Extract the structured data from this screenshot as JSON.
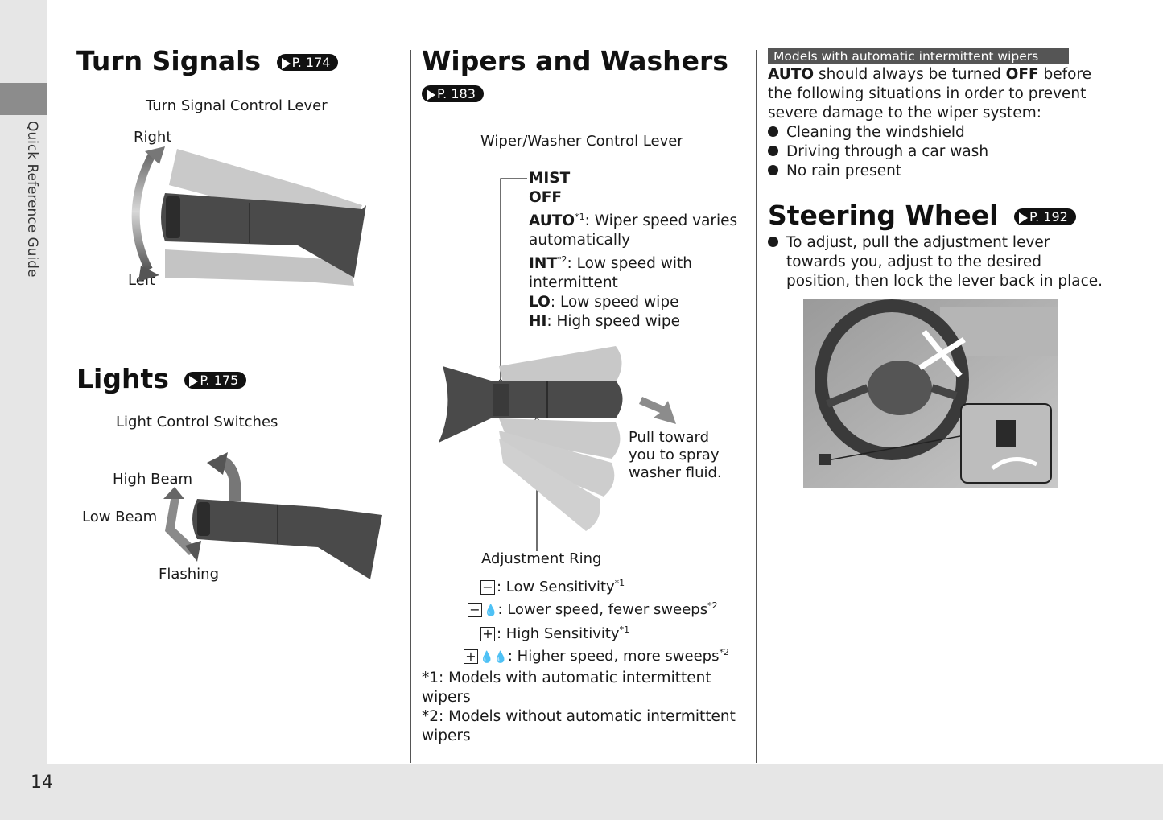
{
  "sidebar": {
    "label": "Quick Reference Guide"
  },
  "page_number": "14",
  "turn_signals": {
    "title": "Turn Signals",
    "page_ref": "P. 174",
    "caption": "Turn Signal Control Lever",
    "right_label": "Right",
    "left_label": "Left"
  },
  "lights": {
    "title": "Lights",
    "page_ref": "P. 175",
    "caption": "Light Control Switches",
    "high_beam": "High Beam",
    "low_beam": "Low Beam",
    "flashing": "Flashing"
  },
  "wipers": {
    "title": "Wipers and Washers",
    "page_ref": "P. 183",
    "caption": "Wiper/Washer Control Lever",
    "positions": {
      "mist": "MIST",
      "off": "OFF",
      "auto_key": "AUTO",
      "auto_note": "*1",
      "auto_text": ": Wiper speed varies",
      "auto_text2": "automatically",
      "int_key": "INT",
      "int_note": "*2",
      "int_text": ": Low speed with",
      "int_text2": "intermittent",
      "lo_key": "LO",
      "lo_text": ": Low speed wipe",
      "hi_key": "HI",
      "hi_text": ": High speed wipe"
    },
    "pull": [
      "Pull toward",
      "you to spray",
      "washer fluid."
    ],
    "adjustment_ring": "Adjustment Ring",
    "sensitivity": [
      {
        "text": ": Low Sensitivity",
        "note": "*1"
      },
      {
        "text": ": Lower speed, fewer sweeps",
        "note": "*2"
      },
      {
        "text": ": High Sensitivity",
        "note": "*1"
      },
      {
        "text": ": Higher speed, more sweeps",
        "note": "*2"
      }
    ],
    "footnote1": [
      "*1: Models with automatic intermittent",
      "wipers"
    ],
    "footnote2": [
      "*2: Models without automatic intermittent",
      "wipers"
    ]
  },
  "auto_note": {
    "badge": "Models with automatic intermittent wipers",
    "line1_a": "AUTO",
    "line1_b": " should always be turned ",
    "line1_c": "OFF",
    "line1_d": " before",
    "line2": "the following situations in order to prevent",
    "line3": "severe damage to the wiper system:",
    "bullets": [
      "Cleaning the windshield",
      "Driving through a car wash",
      "No rain present"
    ]
  },
  "steering": {
    "title": "Steering Wheel",
    "page_ref": "P. 192",
    "lines": [
      "To adjust, pull the adjustment lever",
      "towards you, adjust to the desired",
      "position, then lock the lever back in place."
    ]
  }
}
